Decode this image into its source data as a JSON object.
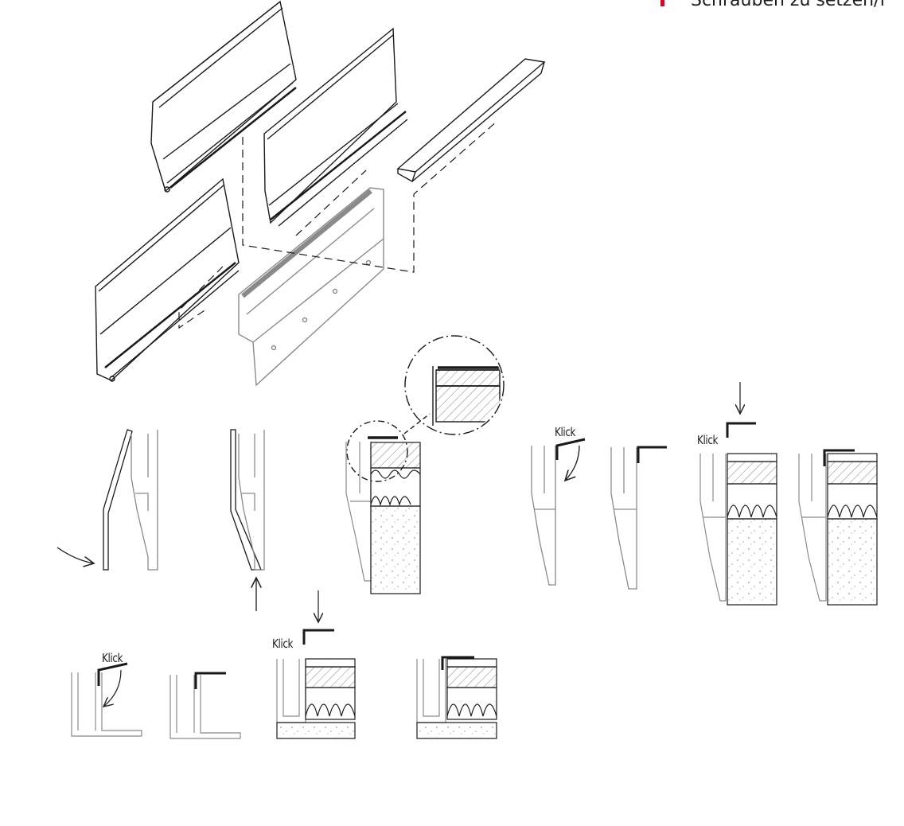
{
  "header": {
    "note_text": "Schrauben zu setzen/f",
    "note_color": "#c8102e"
  },
  "labels": {
    "klick_1": "Klick",
    "klick_2": "Klick",
    "klick_3": "Klick",
    "klick_4": "Klick"
  },
  "colors": {
    "line": "#1a1a1a",
    "light_line": "#9a9a9a",
    "hatch": "#555555",
    "profile_fill": "#e6e6e6"
  }
}
